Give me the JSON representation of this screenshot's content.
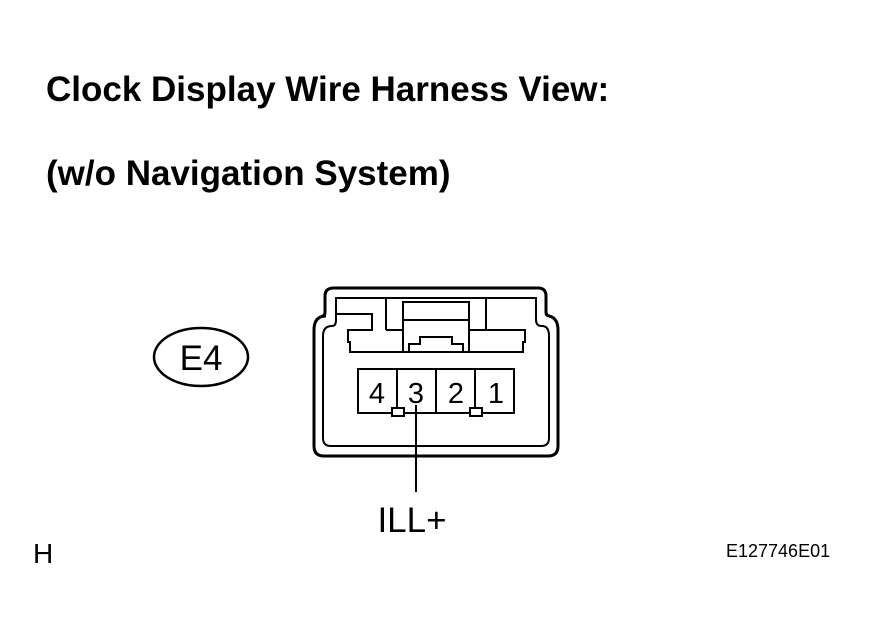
{
  "title_line1": "Clock Display Wire Harness View:",
  "title_line2": "(w/o Navigation System)",
  "connector": {
    "id": "E4",
    "pins": [
      "4",
      "3",
      "2",
      "1"
    ],
    "signal_label": "ILL+"
  },
  "corner_letter": "H",
  "reference_code": "E127746E01",
  "colors": {
    "line": "#000000",
    "background": "#ffffff"
  }
}
